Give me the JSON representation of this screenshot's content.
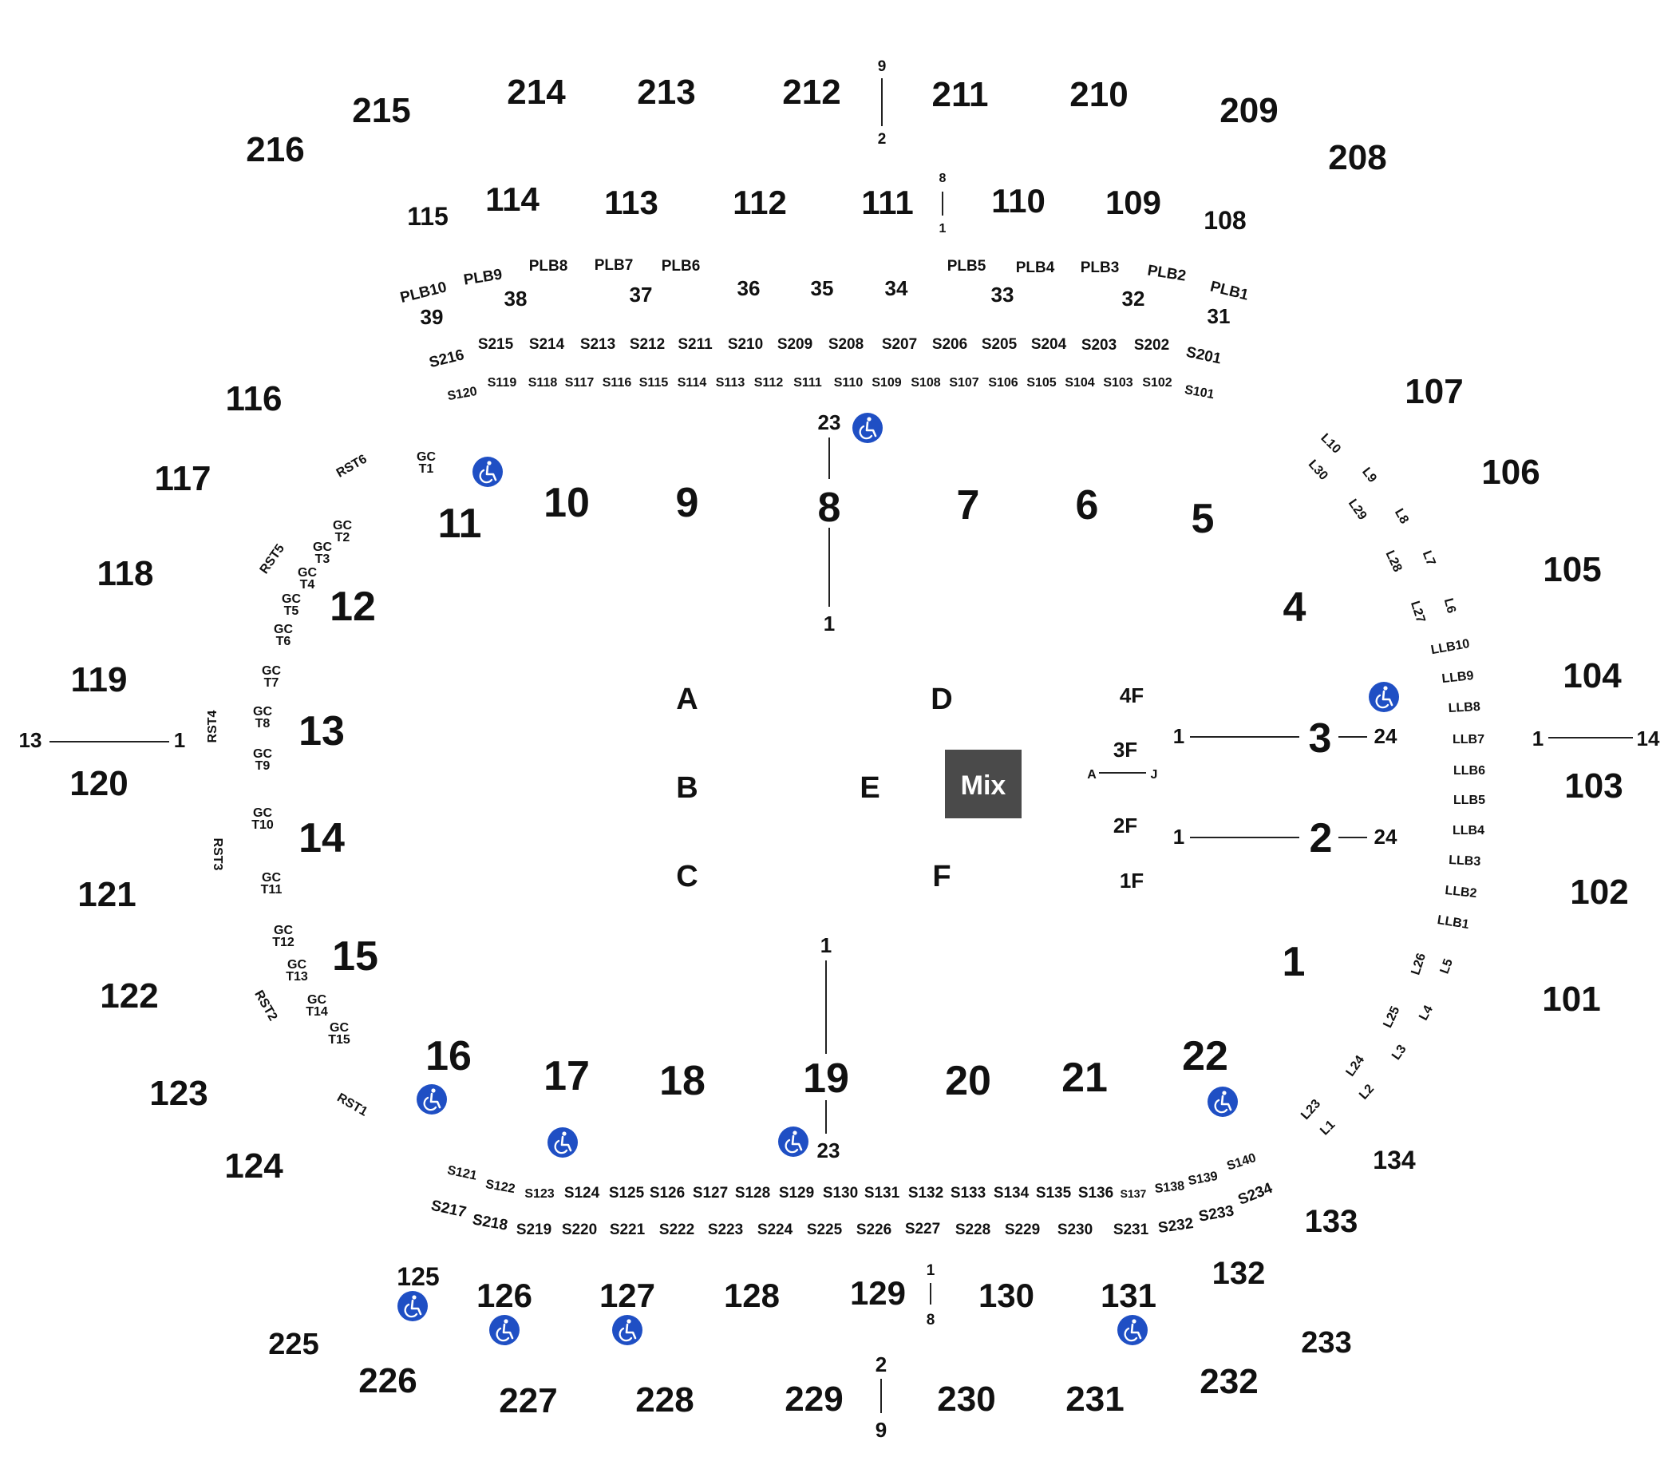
{
  "map": {
    "upper_sections_top": [
      "216",
      "215",
      "214",
      "213",
      "212",
      "211",
      "210",
      "209",
      "208"
    ],
    "upper_row_marks_top": {
      "top": "9",
      "bottom": "2"
    },
    "sections_100_top": [
      "115",
      "114",
      "113",
      "112",
      "111",
      "110",
      "109",
      "108"
    ],
    "row_marks_111": {
      "top": "8",
      "bottom": "1"
    },
    "plb_boxes": [
      "PLB10",
      "PLB9",
      "PLB8",
      "PLB7",
      "PLB6",
      "PLB5",
      "PLB4",
      "PLB3",
      "PLB2",
      "PLB1"
    ],
    "club_sections_top": [
      "39",
      "38",
      "37",
      "36",
      "35",
      "34",
      "33",
      "32",
      "31"
    ],
    "suites_upper_top": [
      "S216",
      "S215",
      "S214",
      "S213",
      "S212",
      "S211",
      "S210",
      "S209",
      "S208",
      "S207",
      "S206",
      "S205",
      "S204",
      "S203",
      "S202",
      "S201"
    ],
    "suites_lower_top": [
      "S120",
      "S119",
      "S118",
      "S117",
      "S116",
      "S115",
      "S114",
      "S113",
      "S112",
      "S111",
      "S110",
      "S109",
      "S108",
      "S107",
      "S106",
      "S105",
      "S104",
      "S103",
      "S102",
      "S101"
    ],
    "sections_left": [
      "116",
      "117",
      "118",
      "119",
      "120",
      "121",
      "122",
      "123",
      "124"
    ],
    "left_aisle": {
      "outer": "13",
      "inner": "1"
    },
    "sections_right": [
      "107",
      "106",
      "105",
      "104",
      "103",
      "102",
      "101"
    ],
    "right_aisle": {
      "inner": "1",
      "outer": "14"
    },
    "rst_boxes": [
      "RST6",
      "RST5",
      "RST4",
      "RST3",
      "RST2",
      "RST1"
    ],
    "gc_prefix": "GC",
    "gc_tables": [
      "T1",
      "T2",
      "T3",
      "T4",
      "T5",
      "T6",
      "T7",
      "T8",
      "T9",
      "T10",
      "T11",
      "T12",
      "T13",
      "T14",
      "T15"
    ],
    "lower_bowl_top": [
      "11",
      "10",
      "9",
      "8",
      "7",
      "6",
      "5"
    ],
    "section_8_rows": {
      "top": "23",
      "bottom": "1"
    },
    "lower_bowl_left": [
      "12",
      "13",
      "14",
      "15"
    ],
    "lower_bowl_right": [
      "4",
      "3",
      "2",
      "1"
    ],
    "rows_3": {
      "left": "1",
      "right": "24"
    },
    "rows_2": {
      "left": "1",
      "right": "24"
    },
    "lower_bowl_bottom": [
      "16",
      "17",
      "18",
      "19",
      "20",
      "21",
      "22"
    ],
    "section_19_rows": {
      "top": "1",
      "bottom": "23"
    },
    "floor_sections": [
      "A",
      "B",
      "C",
      "D",
      "E",
      "F"
    ],
    "mix_label": "Mix",
    "floor_risers": [
      "4F",
      "3F",
      "2F",
      "1F"
    ],
    "riser_3f_rows": {
      "left": "A",
      "right": "J"
    },
    "loge_labels": [
      "L10",
      "L30",
      "L9",
      "L29",
      "L8",
      "L28",
      "L7",
      "L27",
      "L6",
      "L26",
      "L5",
      "L25",
      "L4",
      "L24",
      "L3",
      "L23",
      "L2",
      "L1"
    ],
    "llb_boxes": [
      "LLB10",
      "LLB9",
      "LLB8",
      "LLB7",
      "LLB6",
      "LLB5",
      "LLB4",
      "LLB3",
      "LLB2",
      "LLB1"
    ],
    "suites_lower_bottom": [
      "S121",
      "S122",
      "S123",
      "S124",
      "S125",
      "S126",
      "S127",
      "S128",
      "S129",
      "S130",
      "S131",
      "S132",
      "S133",
      "S134",
      "S135",
      "S136",
      "S137",
      "S138",
      "S139",
      "S140"
    ],
    "suites_upper_bottom": [
      "S217",
      "S218",
      "S219",
      "S220",
      "S221",
      "S222",
      "S223",
      "S224",
      "S225",
      "S226",
      "S227",
      "S228",
      "S229",
      "S230",
      "S231",
      "S232",
      "S233",
      "S234"
    ],
    "sections_100_bottom": [
      "125",
      "126",
      "127",
      "128",
      "129",
      "130",
      "131",
      "132",
      "133",
      "134"
    ],
    "row_marks_129": {
      "top": "1",
      "bottom": "8"
    },
    "upper_sections_bottom": [
      "225",
      "226",
      "227",
      "228",
      "229",
      "230",
      "231",
      "232",
      "233"
    ],
    "upper_row_marks_bottom": {
      "top": "2",
      "bottom": "9"
    },
    "colors": {
      "accessible": "#1f4fc4",
      "mix_box": "#4a4a4a",
      "text": "#111111",
      "background": "#ffffff"
    },
    "icons": {
      "accessible": "wheelchair-icon"
    }
  }
}
